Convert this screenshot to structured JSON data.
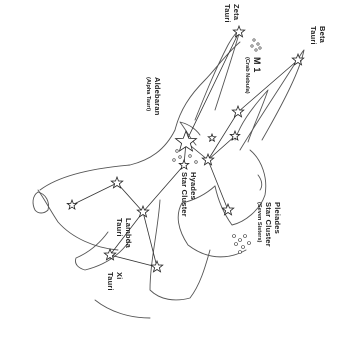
{
  "labels": {
    "zeta_tauri": [
      "Zeta",
      "Tauri"
    ],
    "beta_tauri": [
      "Beta",
      "Tauri"
    ],
    "m1": "M 1",
    "m1_sub": "(Crab Nebula)",
    "aldebaran": "Aldebaran",
    "aldebaran_sub": "(Alpha Tauri)",
    "hyades": [
      "Hyades",
      "Star Cluster"
    ],
    "lambda_tauri": [
      "Lambda",
      "Tauri"
    ],
    "pleiades": [
      "Pleiades",
      "Star Cluster"
    ],
    "pleiades_sub": "(Seven Sisters)",
    "xi_tauri": [
      "Xi",
      "Tauri"
    ]
  }
}
